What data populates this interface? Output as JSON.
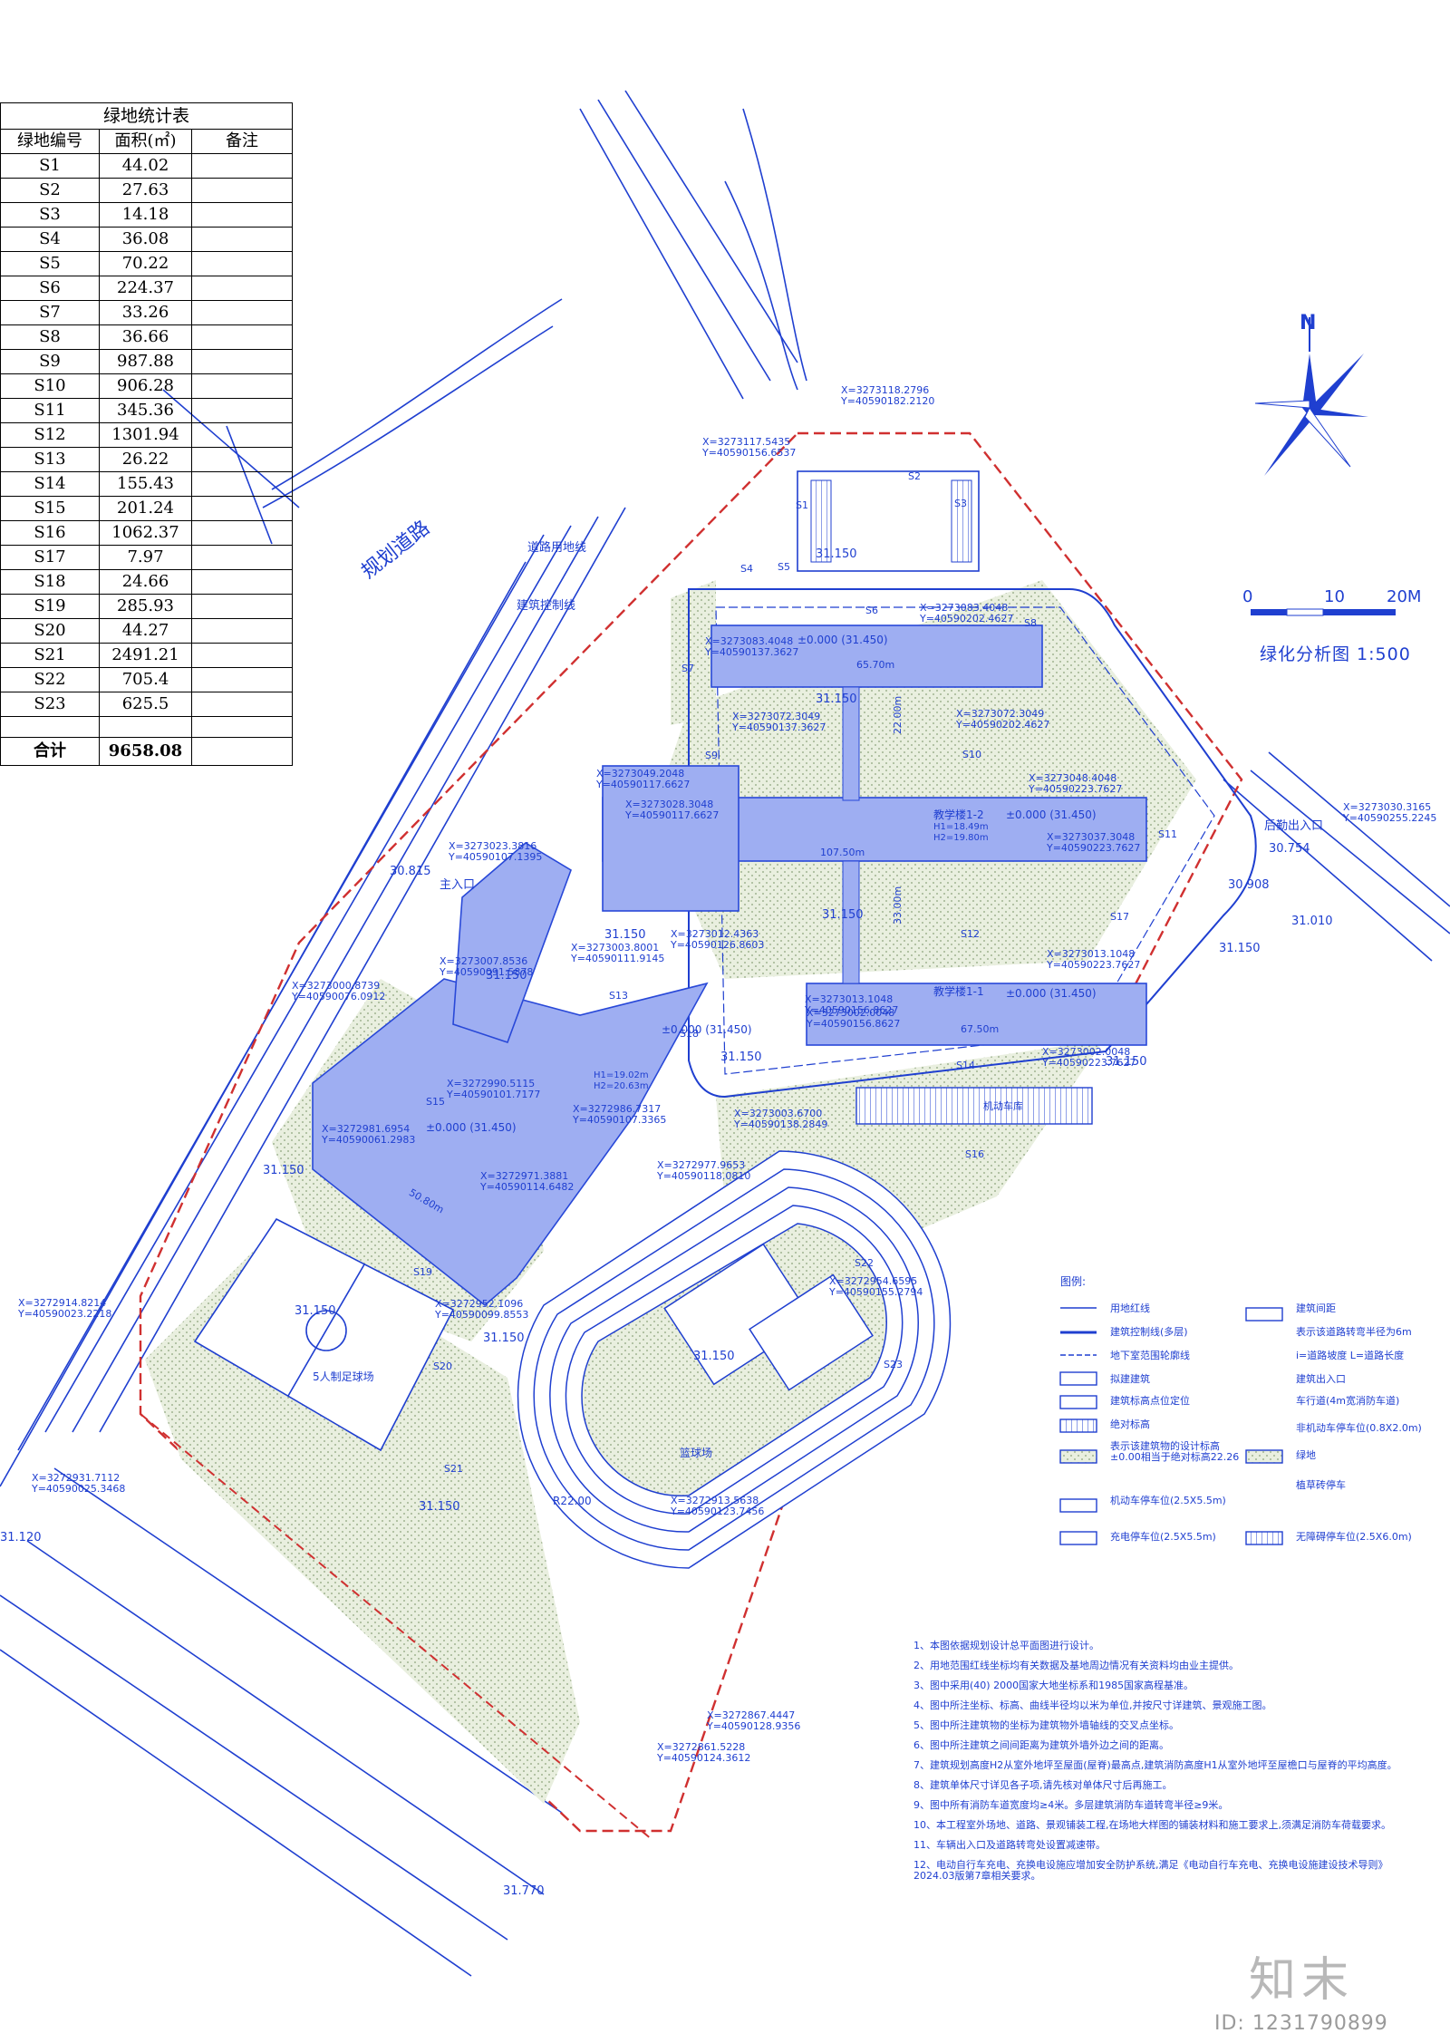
{
  "table": {
    "title": "绿地统计表",
    "headers": [
      "绿地编号",
      "面积(㎡)",
      "备注"
    ],
    "rows": [
      {
        "id": "S1",
        "area": "44.02"
      },
      {
        "id": "S2",
        "area": "27.63"
      },
      {
        "id": "S3",
        "area": "14.18"
      },
      {
        "id": "S4",
        "area": "36.08"
      },
      {
        "id": "S5",
        "area": "70.22"
      },
      {
        "id": "S6",
        "area": "224.37"
      },
      {
        "id": "S7",
        "area": "33.26"
      },
      {
        "id": "S8",
        "area": "36.66"
      },
      {
        "id": "S9",
        "area": "987.88"
      },
      {
        "id": "S10",
        "area": "906.28"
      },
      {
        "id": "S11",
        "area": "345.36"
      },
      {
        "id": "S12",
        "area": "1301.94"
      },
      {
        "id": "S13",
        "area": "26.22"
      },
      {
        "id": "S14",
        "area": "155.43"
      },
      {
        "id": "S15",
        "area": "201.24"
      },
      {
        "id": "S16",
        "area": "1062.37"
      },
      {
        "id": "S17",
        "area": "7.97"
      },
      {
        "id": "S18",
        "area": "24.66"
      },
      {
        "id": "S19",
        "area": "285.93"
      },
      {
        "id": "S20",
        "area": "44.27"
      },
      {
        "id": "S21",
        "area": "2491.21"
      },
      {
        "id": "S22",
        "area": "705.4"
      },
      {
        "id": "S23",
        "area": "625.5"
      }
    ],
    "total_label": "合计",
    "total_value": "9658.08"
  },
  "drawing_title": "绿化分析图  1:500",
  "north": "N",
  "scale": {
    "start": "0",
    "mid": "10",
    "end": "20M"
  },
  "road_labels": {
    "planned_road": "规划道路",
    "road_land_line": "道路用地线",
    "building_control_line": "建筑控制线"
  },
  "entrances": {
    "main": "主入口",
    "secondary": "后勤出入口"
  },
  "buildings": {
    "teaching_2": "教学楼1-2",
    "teaching_1": "教学楼1-1",
    "h1": "H1=18.49m",
    "h2": "H2=19.80m",
    "comprehensive_h1": "H1=19.02m",
    "comprehensive_h2": "H2=20.63m",
    "dim_107": "107.50m",
    "dim_67": "67.50m",
    "dim_65": "65.70m",
    "dim_50": "50.80m",
    "dim_22": "22.00m",
    "dim_33": "33.00m",
    "zero_level": "±0.000 (31.450)",
    "parking": "机动车库"
  },
  "sports": {
    "field": "5人制足球场",
    "track_radius": "R22.00",
    "basketball": "篮球场"
  },
  "elevations": [
    "30.815",
    "31.150",
    "30.754",
    "30.908",
    "31.010",
    "31.120",
    "31.770"
  ],
  "green_ids": [
    "S1",
    "S2",
    "S3",
    "S4",
    "S5",
    "S6",
    "S7",
    "S8",
    "S9",
    "S10",
    "S11",
    "S12",
    "S13",
    "S14",
    "S15",
    "S16",
    "S17",
    "S18",
    "S19",
    "S20",
    "S21",
    "S22",
    "S23"
  ],
  "coords": [
    "X=3273118.2796\nY=40590182.2120",
    "X=3273117.5435\nY=40590156.6537",
    "X=3273083.4048\nY=40590202.4627",
    "X=3273083.4048\nY=40590137.3627",
    "X=3273072.3049\nY=40590137.3627",
    "X=3273072.3049\nY=40590202.4627",
    "X=3273049.2048\nY=40590117.6627",
    "X=3273048.4048\nY=40590223.7627",
    "X=3273030.3165\nY=40590255.2245",
    "X=3273028.3048\nY=40590117.6627",
    "X=3273037.3048\nY=40590223.7627",
    "X=3273023.3816\nY=40590107.1395",
    "X=3273013.1048\nY=40590223.7627",
    "X=3273012.4363\nY=40590126.8603",
    "X=3273013.1048\nY=40590156.8627",
    "X=3273007.8536\nY=40590091.5878",
    "X=3273003.8001\nY=40590111.9145",
    "X=3273000.8739\nY=40590076.0912",
    "X=3273002.0048\nY=40590156.8627",
    "X=3273002.0048\nY=40590223.7627",
    "X=3272990.5115\nY=40590101.7177",
    "X=3272986.7317\nY=40590107.3365",
    "X=3273003.6700\nY=40590138.2849",
    "X=3272981.6954\nY=40590061.2983",
    "X=3272977.9653\nY=40590118.0810",
    "X=3272971.3881\nY=40590114.6482",
    "X=3272954.6595\nY=40590155.2794",
    "X=3272952.1096\nY=40590099.8553",
    "X=3272914.8214\nY=40590023.2218",
    "X=3272931.7112\nY=40590025.3468",
    "X=3272913.5638\nY=40590123.7456",
    "X=3272867.4447\nY=40590128.9356",
    "X=3272861.5228\nY=40590124.3612"
  ],
  "legend_title": "图例:",
  "legend": [
    {
      "label": "用地红线"
    },
    {
      "label": "建筑控制线(多层)"
    },
    {
      "label": "地下室范围轮廓线"
    },
    {
      "label": "拟建建筑"
    },
    {
      "label": "建筑标高点位定位"
    },
    {
      "label": "绝对标高"
    },
    {
      "label": "表示该建筑物的设计标高 ±0.00相当于绝对标高22.26"
    },
    {
      "label": "机动车停车位(2.5X5.5m)"
    },
    {
      "label": "充电停车位(2.5X5.5m)"
    },
    {
      "label": "建筑间距"
    },
    {
      "label": "表示该道路转弯半径为6m"
    },
    {
      "label": "i=道路坡度 L=道路长度"
    },
    {
      "label": "建筑出入口"
    },
    {
      "label": "车行道(4m宽消防车道)"
    },
    {
      "label": "非机动车停车位(0.8X2.0m)"
    },
    {
      "label": "绿地"
    },
    {
      "label": "植草砖停车"
    },
    {
      "label": "无障碍停车位(2.5X6.0m)"
    }
  ],
  "notes": [
    "1、本图依据规划设计总平面图进行设计。",
    "2、用地范围红线坐标均有关数据及基地周边情况有关资料均由业主提供。",
    "3、图中采用(40) 2000国家大地坐标系和1985国家高程基准。",
    "4、图中所注坐标、标高、曲线半径均以米为单位,并按尺寸详建筑、景观施工图。",
    "5、图中所注建筑物的坐标为建筑物外墙轴线的交叉点坐标。",
    "6、图中所注建筑之间间距离为建筑外墙外边之间的距离。",
    "7、建筑规划高度H2从室外地坪至屋面(屋脊)最高点,建筑消防高度H1从室外地坪至屋檐口与屋脊的平均高度。",
    "8、建筑单体尺寸详见各子项,请先核对单体尺寸后再施工。",
    "9、图中所有消防车道宽度均≥4米。多层建筑消防车道转弯半径≥9米。",
    "10、本工程室外场地、道路、景观铺装工程,在场地大样图的铺装材料和施工要求上,须满足消防车荷载要求。",
    "11、车辆出入口及道路转弯处设置减速带。",
    "12、电动自行车充电、充换电设施应增加安全防护系统,满足《电动自行车充电、充换电设施建设技术导则》2024.03版第7章相关要求。"
  ],
  "brand": "知末",
  "brand_id": "ID: 1231790899"
}
